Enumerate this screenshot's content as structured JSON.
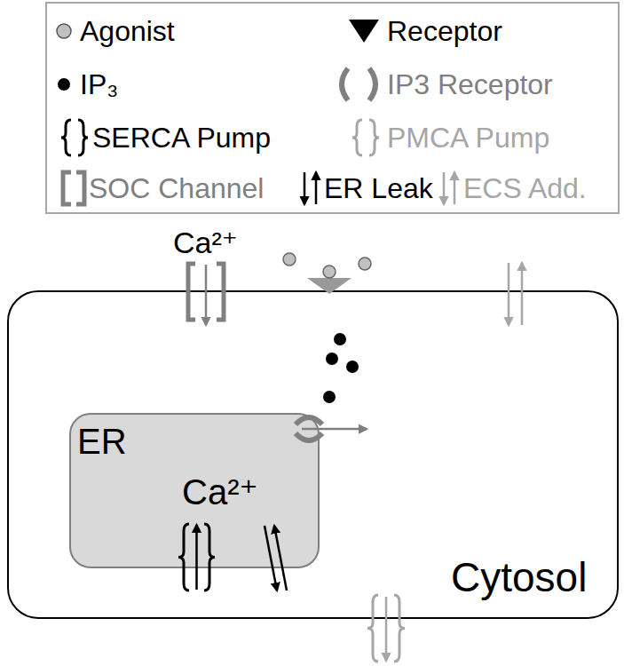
{
  "diagram": {
    "nodes": [
      {
        "text": [
          "Cytosol"
        ]
      },
      {
        "text": [
          "ER",
          "Ca²⁺"
        ],
        "in": 0
      }
    ],
    "labels": [
      "Ca²⁺"
    ],
    "legend": [
      {
        "text": "Agonist"
      },
      {
        "text": "Receptor"
      },
      {
        "text": "IP₃"
      },
      {
        "text": "IP3 Receptor"
      },
      {
        "text": "SERCA Pump"
      },
      {
        "text": "PMCA Pump"
      },
      {
        "text": "SOC Channel"
      },
      {
        "text": "ER Leak"
      },
      {
        "text": "ECS Add."
      }
    ]
  }
}
